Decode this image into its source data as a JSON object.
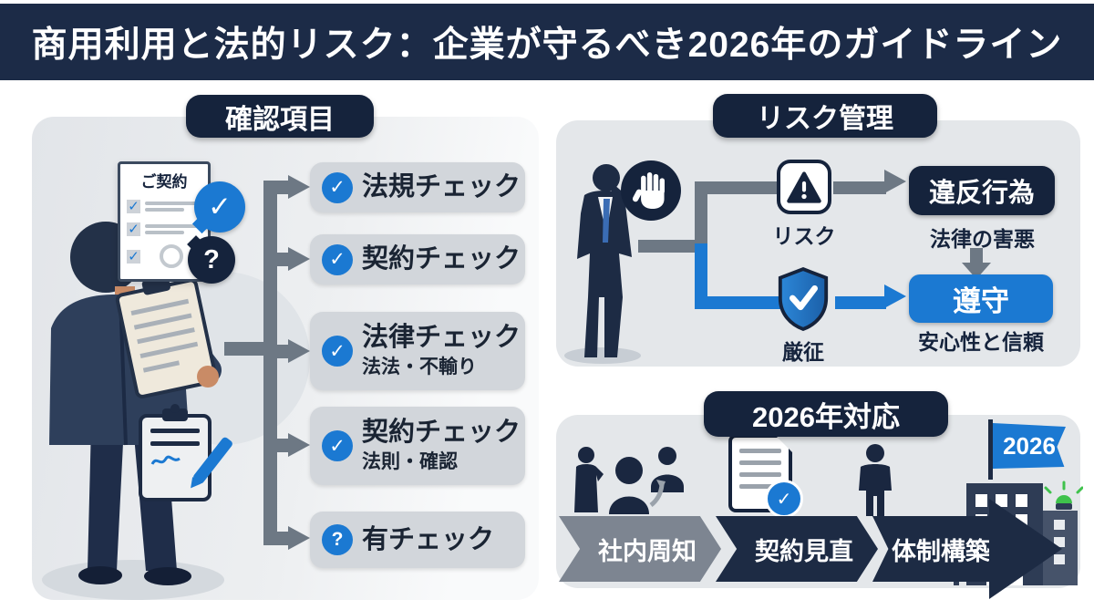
{
  "header": {
    "title": "商用利用と法的リスク：企業が守るべき2026年のガイドライン"
  },
  "icons": {
    "check": "✓",
    "question": "?"
  },
  "checklist": {
    "header": "確認項目",
    "document_title": "ご契約",
    "items": [
      {
        "badge": "✓",
        "label": "法規チェック",
        "sub": ""
      },
      {
        "badge": "✓",
        "label": "契約チェック",
        "sub": ""
      },
      {
        "badge": "✓",
        "label": "法律チェック",
        "sub": "法法・不輸り"
      },
      {
        "badge": "✓",
        "label": "契約チェック",
        "sub": "法則・確認"
      },
      {
        "badge": "?",
        "label": "有チェック",
        "sub": ""
      }
    ]
  },
  "risk": {
    "header": "リスク管理",
    "risk_node_label": "リスク",
    "violation_label": "違反行為",
    "violation_sub": "法律の害悪",
    "shield_label": "厳征",
    "comply_label": "遵守",
    "comply_sub": "安心性と信頼"
  },
  "plan2026": {
    "header": "2026年対応",
    "steps": [
      "社内周知",
      "契約見直",
      "体制構築"
    ],
    "flag_year": "2026"
  },
  "colors": {
    "navy": "#15233C",
    "title_band": "#1C2B47",
    "blue": "#1B79D2",
    "connector_gray": "#6D7884",
    "panel_gray": "#E4E7EA",
    "item_pill_gray": "#D2D6DB",
    "green": "#3FC24C"
  }
}
